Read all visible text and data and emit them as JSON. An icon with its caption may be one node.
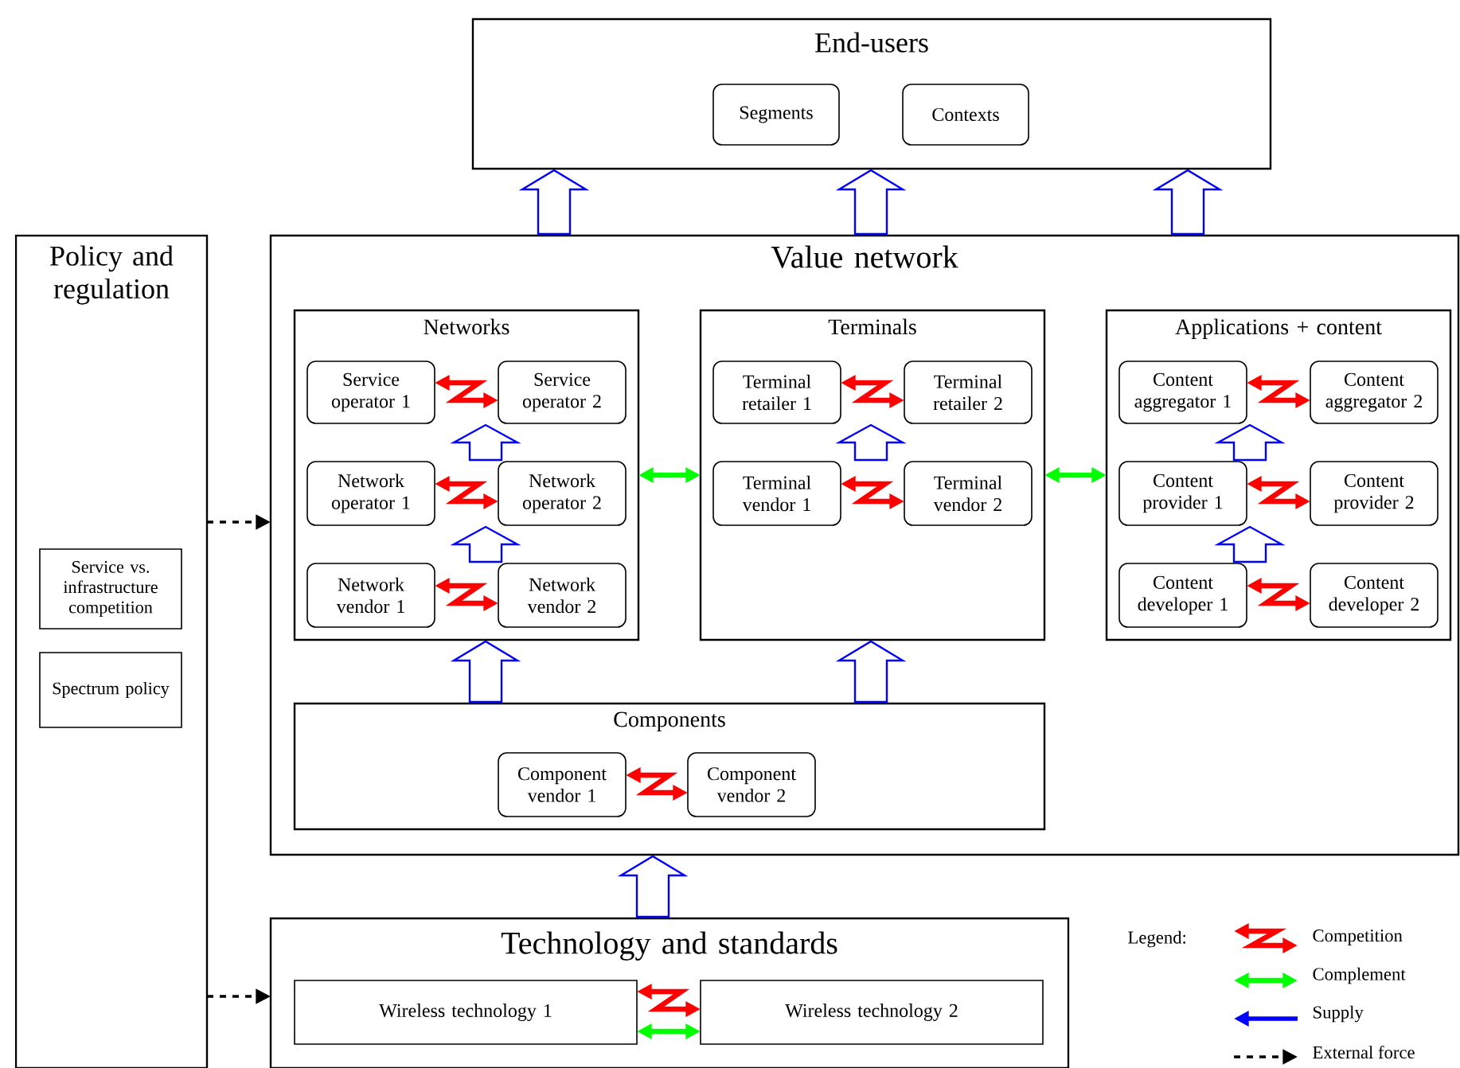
{
  "diagram": {
    "nodes": [
      {
        "text": [
          "End-users"
        ]
      },
      {
        "text": [
          "Segments"
        ],
        "in": 0
      },
      {
        "text": [
          "Contexts"
        ],
        "in": 0
      },
      {
        "text": [
          "Policy and regulation"
        ]
      },
      {
        "text": [
          "Service vs. infrastructure competition"
        ],
        "in": 3
      },
      {
        "text": [
          "Spectrum policy"
        ],
        "in": 3
      },
      {
        "text": [
          "Value network"
        ]
      },
      {
        "text": [
          "Networks"
        ],
        "in": 6
      },
      {
        "text": [
          "Service operator 1"
        ],
        "in": 7
      },
      {
        "text": [
          "Service operator 2"
        ],
        "in": 7
      },
      {
        "text": [
          "Network operator 1"
        ],
        "in": 7
      },
      {
        "text": [
          "Network operator 2"
        ],
        "in": 7
      },
      {
        "text": [
          "Network vendor 1"
        ],
        "in": 7
      },
      {
        "text": [
          "Network vendor 2"
        ],
        "in": 7
      },
      {
        "text": [
          "Terminals"
        ],
        "in": 6
      },
      {
        "text": [
          "Terminal retailer 1"
        ],
        "in": 14
      },
      {
        "text": [
          "Terminal retailer 2"
        ],
        "in": 14
      },
      {
        "text": [
          "Terminal vendor 1"
        ],
        "in": 14
      },
      {
        "text": [
          "Terminal vendor 2"
        ],
        "in": 14
      },
      {
        "text": [
          "Applications + content"
        ],
        "in": 6
      },
      {
        "text": [
          "Content aggregator 1"
        ],
        "in": 19
      },
      {
        "text": [
          "Content aggregator 2"
        ],
        "in": 19
      },
      {
        "text": [
          "Content provider 1"
        ],
        "in": 19
      },
      {
        "text": [
          "Content provider 2"
        ],
        "in": 19
      },
      {
        "text": [
          "Content developer 1"
        ],
        "in": 19
      },
      {
        "text": [
          "Content developer 2"
        ],
        "in": 19
      },
      {
        "text": [
          "Components"
        ],
        "in": 6
      },
      {
        "text": [
          "Component vendor 1"
        ],
        "in": 26
      },
      {
        "text": [
          "Component vendor 2"
        ],
        "in": 26
      },
      {
        "text": [
          "Technology and standards"
        ]
      },
      {
        "text": [
          "Wireless technology 1"
        ],
        "in": 29
      },
      {
        "text": [
          "Wireless technology 2"
        ],
        "in": 29
      }
    ],
    "edges": [
      {
        "from": 6,
        "to": 0,
        "arrow": "to",
        "color": "#0000ff"
      },
      {
        "from": 6,
        "to": 0,
        "arrow": "to",
        "color": "#0000ff"
      },
      {
        "from": 6,
        "to": 0,
        "arrow": "to",
        "color": "#0000ff"
      },
      {
        "from": 8,
        "to": 9,
        "arrow": "both",
        "color": "#ff0000"
      },
      {
        "from": 10,
        "to": 8,
        "arrow": "to",
        "color": "#0000ff"
      },
      {
        "from": 10,
        "to": 11,
        "arrow": "both",
        "color": "#ff0000"
      },
      {
        "from": 12,
        "to": 10,
        "arrow": "to",
        "color": "#0000ff"
      },
      {
        "from": 12,
        "to": 13,
        "arrow": "both",
        "color": "#ff0000"
      },
      {
        "from": 15,
        "to": 16,
        "arrow": "both",
        "color": "#ff0000"
      },
      {
        "from": 17,
        "to": 15,
        "arrow": "to",
        "color": "#0000ff"
      },
      {
        "from": 17,
        "to": 18,
        "arrow": "both",
        "color": "#ff0000"
      },
      {
        "from": 20,
        "to": 21,
        "arrow": "both",
        "color": "#ff0000"
      },
      {
        "from": 22,
        "to": 20,
        "arrow": "to",
        "color": "#0000ff"
      },
      {
        "from": 22,
        "to": 23,
        "arrow": "both",
        "color": "#ff0000"
      },
      {
        "from": 24,
        "to": 22,
        "arrow": "to",
        "color": "#0000ff"
      },
      {
        "from": 24,
        "to": 25,
        "arrow": "both",
        "color": "#ff0000"
      },
      {
        "from": 7,
        "to": 14,
        "arrow": "both",
        "color": "#00ff00"
      },
      {
        "from": 14,
        "to": 19,
        "arrow": "both",
        "color": "#00ff00"
      },
      {
        "from": 26,
        "to": 7,
        "arrow": "to",
        "color": "#0000ff"
      },
      {
        "from": 26,
        "to": 14,
        "arrow": "to",
        "color": "#0000ff"
      },
      {
        "from": 27,
        "to": 28,
        "arrow": "both",
        "color": "#ff0000"
      },
      {
        "from": 29,
        "to": 6,
        "arrow": "to",
        "color": "#0000ff"
      },
      {
        "from": 30,
        "to": 31,
        "arrow": "both",
        "color": "#ff0000"
      },
      {
        "from": 30,
        "to": 31,
        "arrow": "both",
        "color": "#00ff00"
      },
      {
        "from": 3,
        "to": 6,
        "arrow": "to",
        "style": "dashed",
        "color": "#000000"
      },
      {
        "from": 3,
        "to": 29,
        "arrow": "to",
        "style": "dashed",
        "color": "#000000"
      }
    ],
    "labels": [
      "Legend:"
    ],
    "legend": [
      {
        "text": "Competition"
      },
      {
        "text": "Complement"
      },
      {
        "text": "Supply"
      },
      {
        "text": "External force"
      }
    ]
  }
}
